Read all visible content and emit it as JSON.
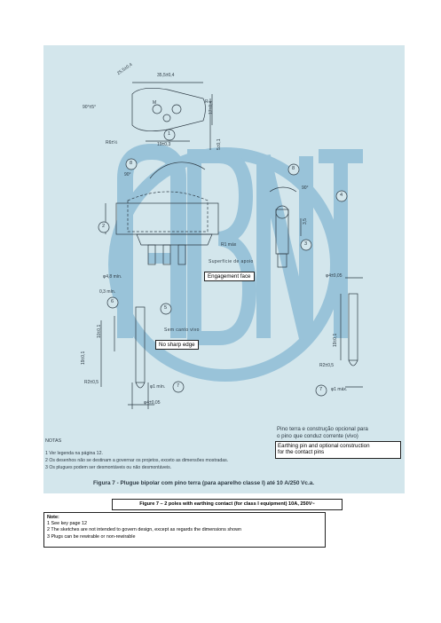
{
  "drawing": {
    "dims": {
      "d255": "25,5±0,4",
      "d355": "35,5±0,4",
      "angle90a": "90°±5°",
      "r": "R",
      "m": "M",
      "d17": "17±0,4",
      "r65": "R6±½",
      "d19": "19±0,3",
      "d5": "5±0,1",
      "angle90b": "90°",
      "angle90c": "90°",
      "d35": "3,5",
      "r1max": "R1 máx",
      "superficie": "Superfície de apoio",
      "d48min": "φ4,8 mín.",
      "d03min": "0,3 mín.",
      "d4005a": "φ4±0,05",
      "d10": "10±0,1",
      "d19b": "19±0,1",
      "d19c": "19±0,1",
      "semcanto": "Sem canto vivo",
      "r2a": "R2±0,5",
      "r2b": "R2±0,5",
      "d1min": "φ1 mín.",
      "d1max": "φ1 máx.",
      "d4005b": "φ4±0,05"
    },
    "callouts": {
      "c1": "1",
      "c2": "2",
      "c3": "3",
      "c4": "4",
      "c5": "5",
      "c6": "6",
      "c7a": "7",
      "c7b": "7",
      "c8a": "8",
      "c8b": "8"
    },
    "engagement_face": "Engagement face",
    "no_sharp_edge": "No sharp edge",
    "pino_terra_line1": "Pino terra e construção opcional para",
    "pino_terra_line2": "o pino que conduz corrente (vivo)",
    "earthing_line1": "Earthing pin and optional construction",
    "earthing_line2": "for the contact pins",
    "notas": {
      "title": "NOTAS",
      "n1": "1 Ver legenda na página 12.",
      "n2": "2 Os desenhos não se destinam a governar os projetos, exceto as dimensões mostradas.",
      "n3": "3 Os plugues podem ser desmontáveis ou não desmontáveis."
    },
    "figure_pt": "Figura 7 - Plugue bipolar com pino terra (para aparelho classe I) até 10 A/250 Vc.a."
  },
  "caption_en": "Figure 7 – 2 poles with earthing contact (for class I equipment) 10A, 250V~",
  "note": {
    "heading": "Note:",
    "line1": "1 See key page 12",
    "line2": "2 The sketches are not intended to govern design, except as regards the dimensions shown",
    "line3": "3 Plugs can be rewirable or non-rewirable"
  },
  "colors": {
    "background": "#d3e6ec",
    "line": "#2d3a44",
    "watermark": "#8fbdd6"
  }
}
